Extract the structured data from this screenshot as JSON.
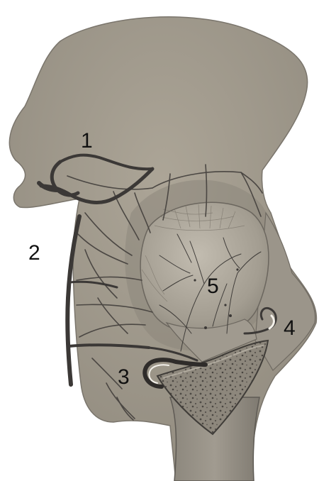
{
  "figure": {
    "labels": [
      "1",
      "2",
      "3",
      "4",
      "5"
    ]
  },
  "colors": {
    "background": "#ffffff",
    "bone_light": "#aaa496",
    "bone_mid": "#9a9487",
    "bone_dark": "#7e796f",
    "vessel": "#3b3836",
    "outline": "#5e5a54"
  }
}
